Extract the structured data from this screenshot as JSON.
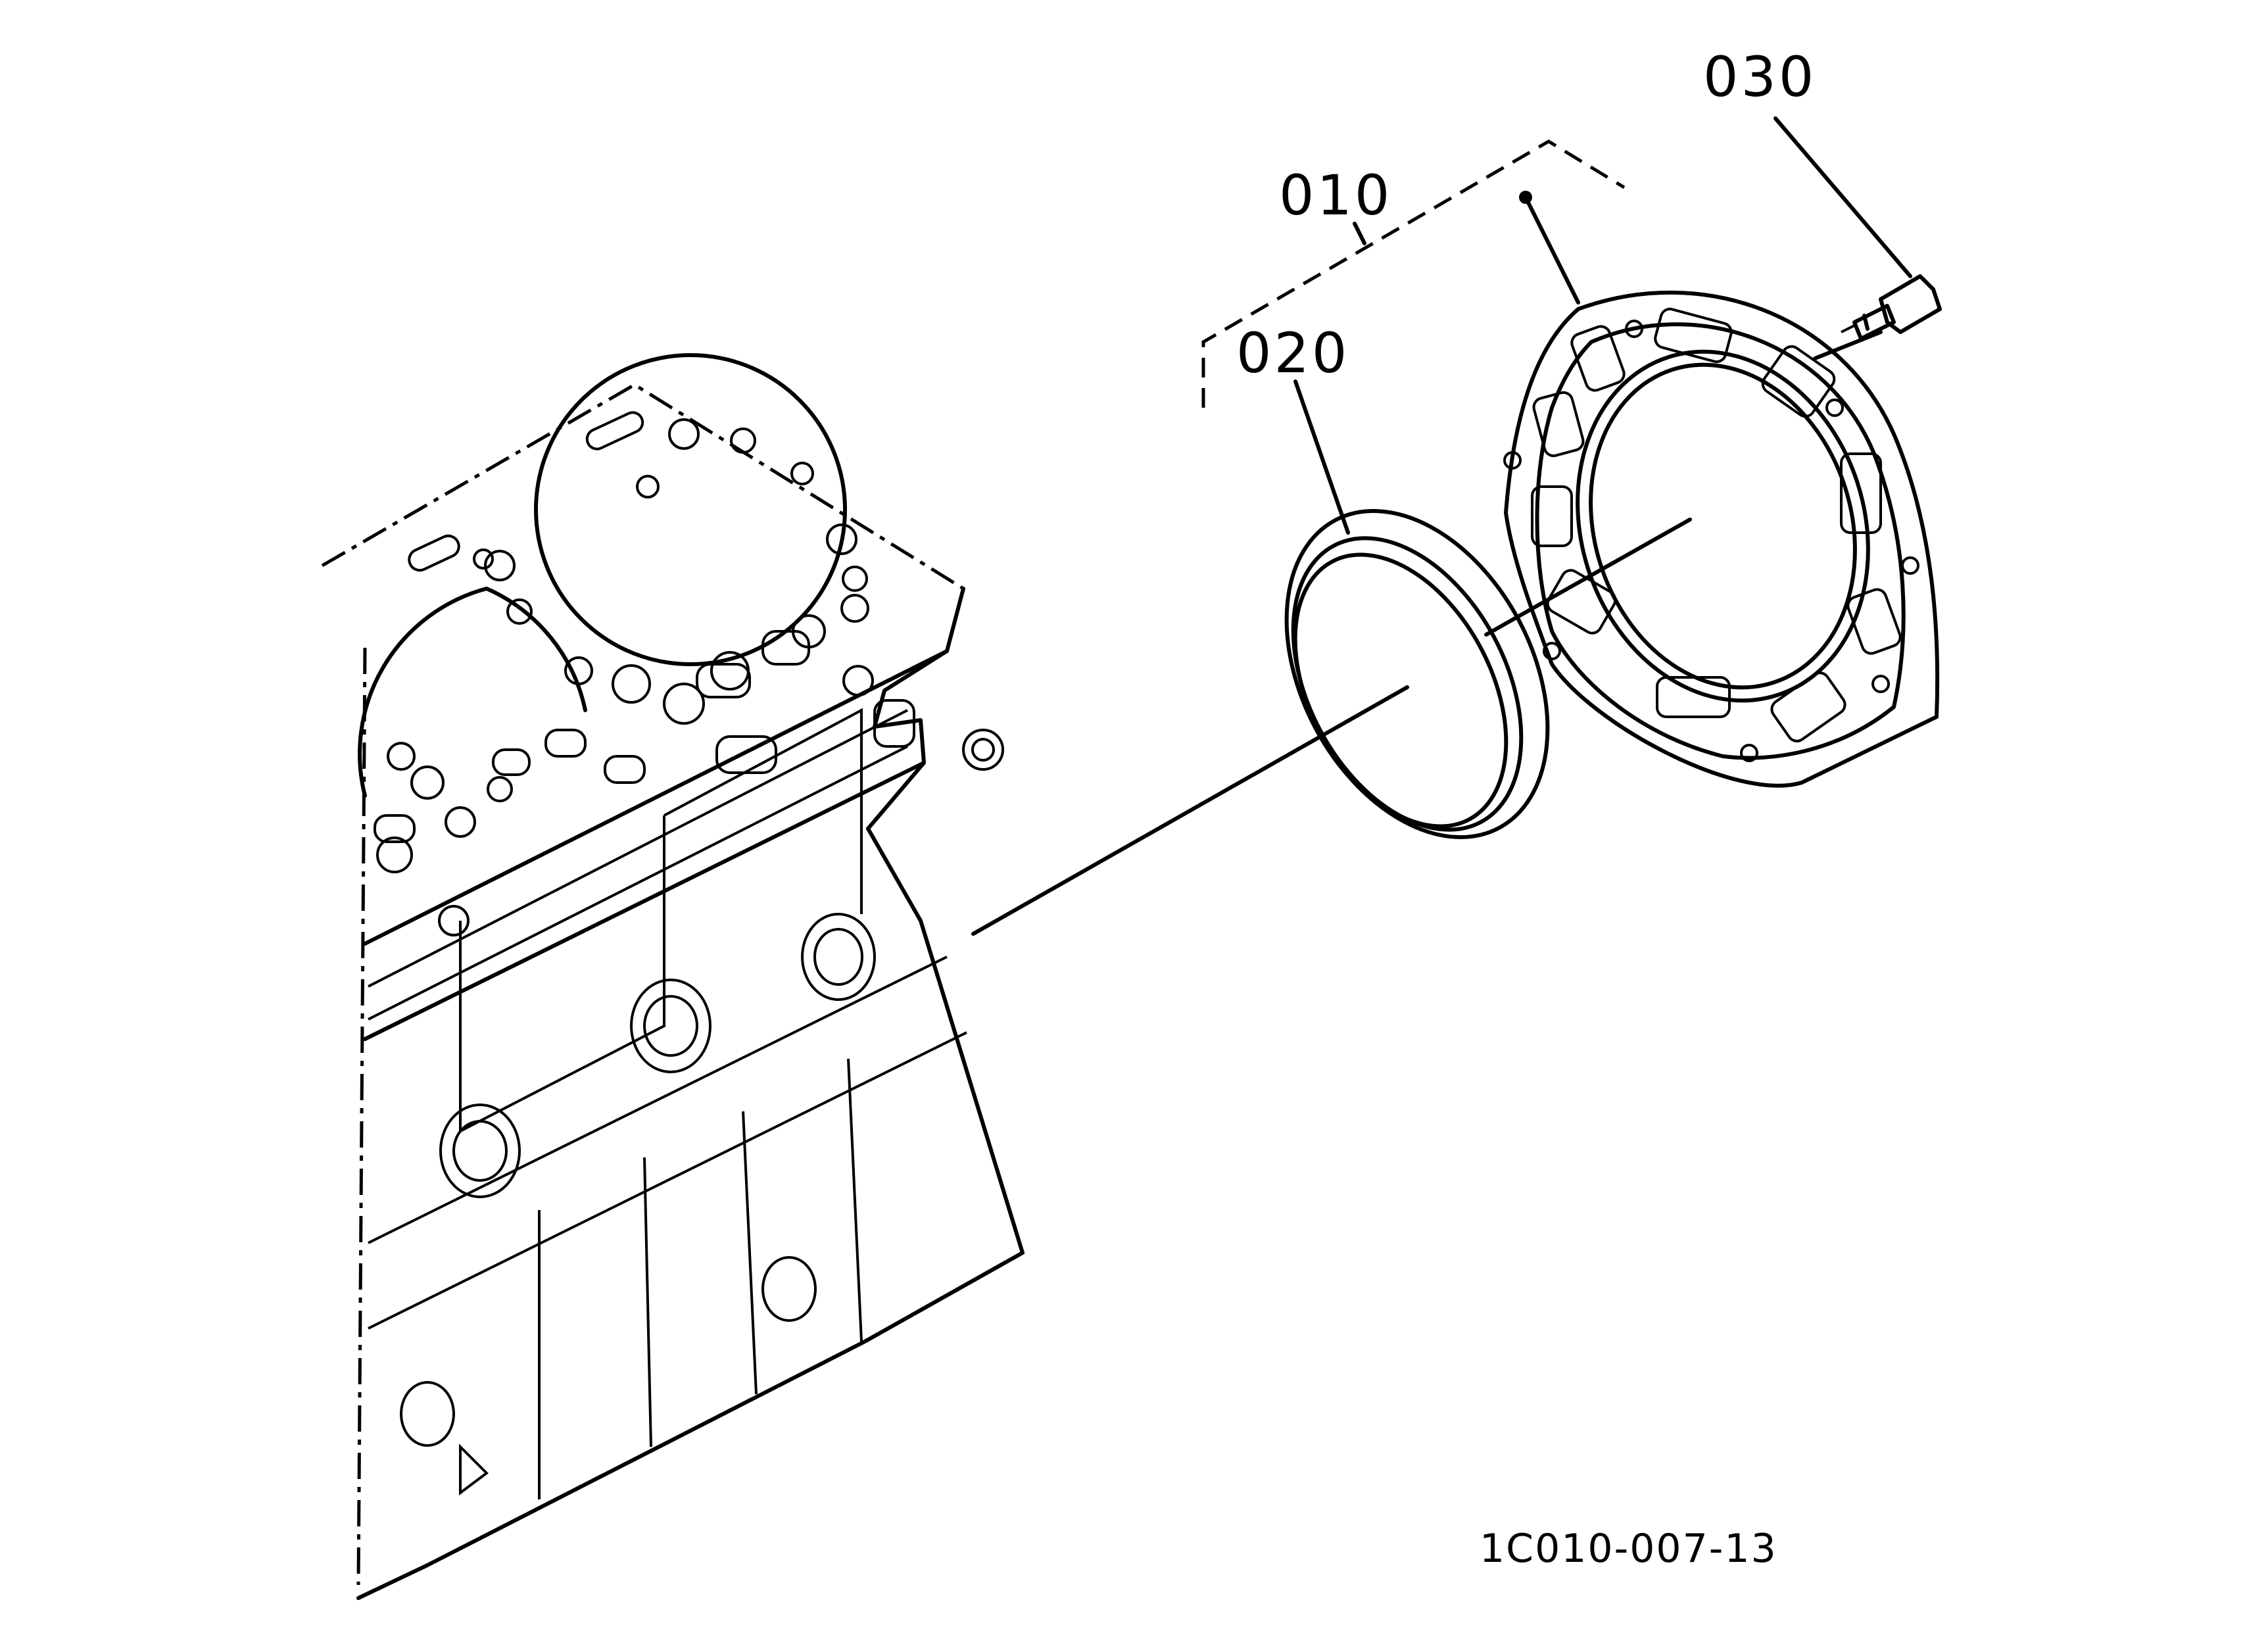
{
  "callouts": {
    "part_010": "010",
    "part_020": "020",
    "part_030": "030"
  },
  "figure_id": "1C010-007-13"
}
